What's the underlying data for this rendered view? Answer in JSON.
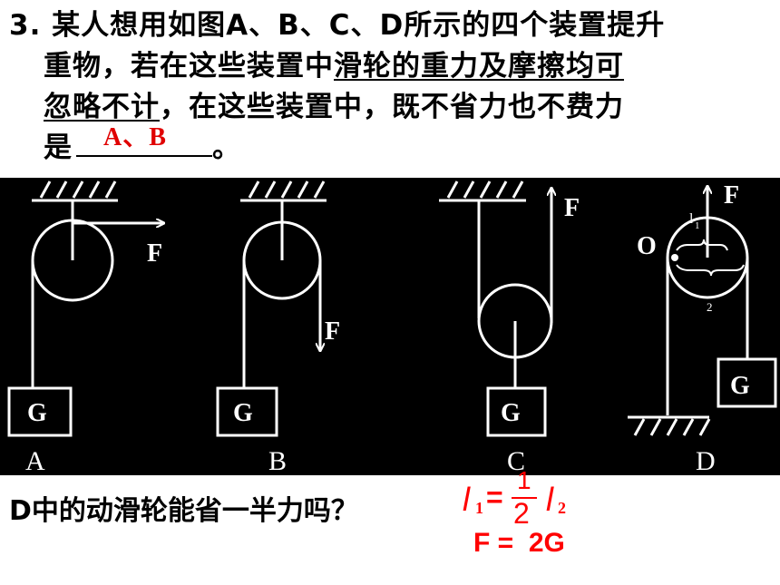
{
  "question": {
    "number": "3.",
    "line1": "某人想用如图A、B、C、D所示的四个装置提升",
    "line2_pre": "重物，若在这些装置中",
    "line2_u": "滑轮的重力及摩擦均可",
    "line3_u": "忽略不计",
    "line3_post": "，在这些装置中，既不省力也不费力",
    "line4_pre": "是",
    "answer": "A、B",
    "line4_post": "。"
  },
  "figure": {
    "panels": [
      {
        "id": "A",
        "weight": "G",
        "force": "F"
      },
      {
        "id": "B",
        "weight": "G",
        "force": "F"
      },
      {
        "id": "C",
        "weight": "G",
        "force": "F"
      },
      {
        "id": "D",
        "weight": "G",
        "force": "F",
        "pivot": "O",
        "l1": "l",
        "l1_sub": "1",
        "l2_sub": "2"
      }
    ]
  },
  "followup": {
    "question": "D中的动滑轮能省一半力吗？",
    "eq1_l1": "l",
    "eq1_sub1": "1",
    "eq1_eq": "=",
    "eq1_num": "1",
    "eq1_den": "2",
    "eq1_l2": "l",
    "eq1_sub2": "2",
    "eq2": "F =  2G"
  }
}
